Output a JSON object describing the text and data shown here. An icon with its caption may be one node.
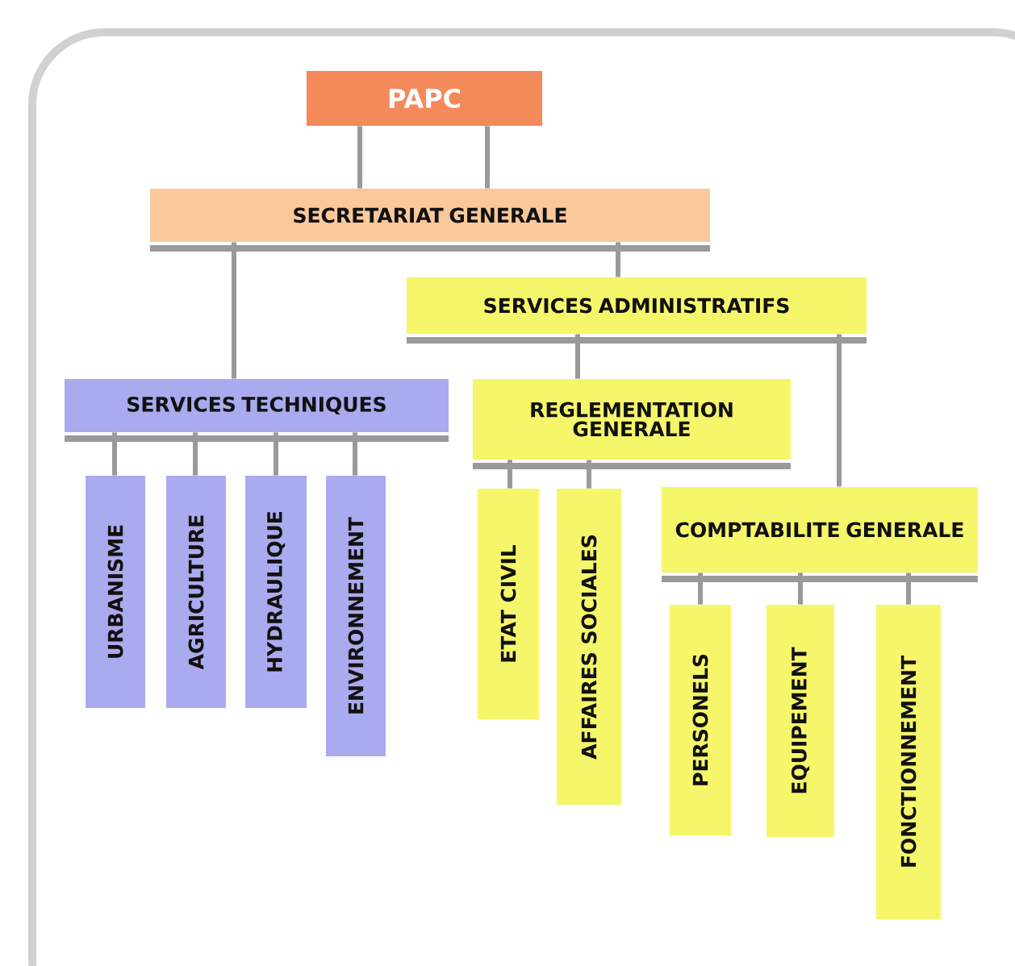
{
  "diagram": {
    "nodes": [
      {
        "text": [
          "PAPC"
        ]
      },
      {
        "text": [
          "SECRETARIAT GENERALE"
        ]
      },
      {
        "text": [
          "SERVICES ADMINISTRATIFS"
        ]
      },
      {
        "text": [
          "SERVICES TECHNIQUES"
        ]
      },
      {
        "text": [
          "REGLEMENTATION GENERALE"
        ]
      },
      {
        "text": [
          "URBANISME"
        ]
      },
      {
        "text": [
          "AGRICULTURE"
        ]
      },
      {
        "text": [
          "HYDRAULIQUE"
        ]
      },
      {
        "text": [
          "ENVIRONNEMENT"
        ]
      },
      {
        "text": [
          "ETAT CIVIL"
        ]
      },
      {
        "text": [
          "AFFAIRES SOCIALES"
        ]
      },
      {
        "text": [
          "COMPTABILITE GENERALE"
        ]
      },
      {
        "text": [
          "PERSONELS"
        ]
      },
      {
        "text": [
          "EQUIPEMENT"
        ]
      },
      {
        "text": [
          "FONCTIONNEMENT"
        ]
      }
    ],
    "edges": [
      {
        "from": 0,
        "to": 1,
        "arrow": "none"
      },
      {
        "from": 0,
        "to": 1,
        "arrow": "none"
      },
      {
        "from": 1,
        "to": 3,
        "arrow": "none"
      },
      {
        "from": 1,
        "to": 2,
        "arrow": "none"
      },
      {
        "from": 2,
        "to": 4,
        "arrow": "none"
      },
      {
        "from": 2,
        "to": 11,
        "arrow": "none"
      },
      {
        "from": 3,
        "to": 5,
        "arrow": "none"
      },
      {
        "from": 3,
        "to": 6,
        "arrow": "none"
      },
      {
        "from": 3,
        "to": 7,
        "arrow": "none"
      },
      {
        "from": 3,
        "to": 8,
        "arrow": "none"
      },
      {
        "from": 4,
        "to": 9,
        "arrow": "none"
      },
      {
        "from": 4,
        "to": 10,
        "arrow": "none"
      },
      {
        "from": 11,
        "to": 12,
        "arrow": "none"
      },
      {
        "from": 11,
        "to": 13,
        "arrow": "none"
      },
      {
        "from": 11,
        "to": 14,
        "arrow": "none"
      }
    ]
  }
}
